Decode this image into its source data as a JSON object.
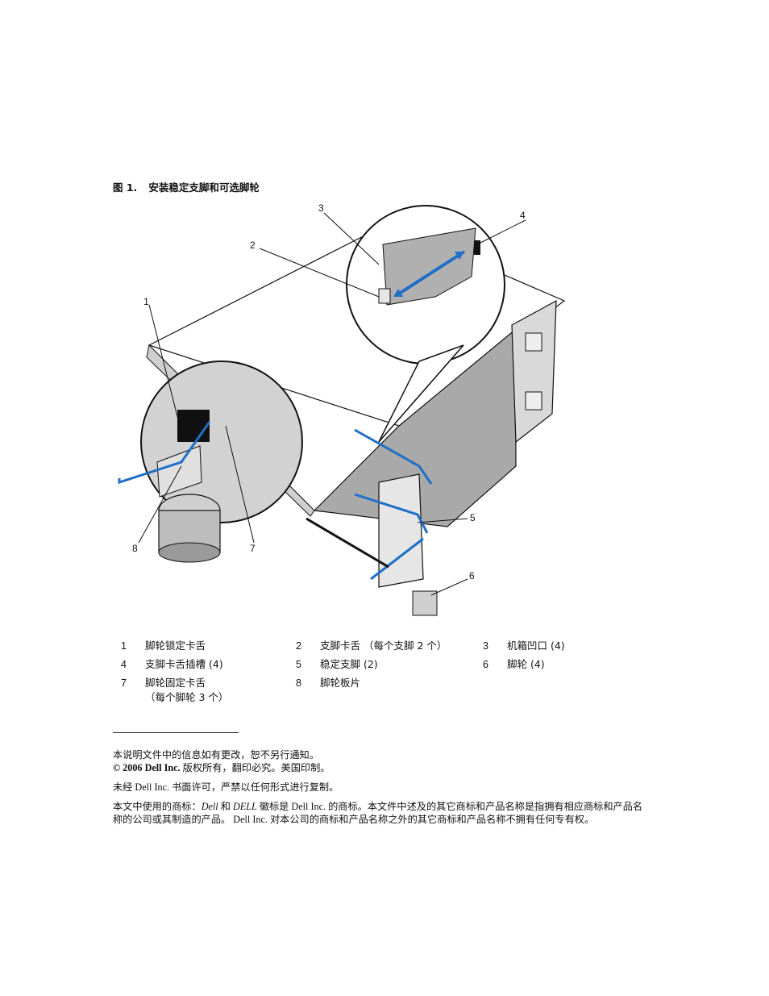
{
  "figure": {
    "number": "图 1.",
    "title": "安装稳定支脚和可选脚轮",
    "callouts": [
      "1",
      "2",
      "3",
      "4",
      "5",
      "6",
      "7",
      "8"
    ]
  },
  "legend": [
    {
      "num": "1",
      "label": "脚轮锁定卡舌"
    },
    {
      "num": "2",
      "label": "支脚卡舌 （每个支脚 2 个）"
    },
    {
      "num": "3",
      "label": "机箱凹口 (4)"
    },
    {
      "num": "4",
      "label": "支脚卡舌插槽 (4)"
    },
    {
      "num": "5",
      "label": "稳定支脚 (2)"
    },
    {
      "num": "6",
      "label": "脚轮 (4)"
    },
    {
      "num": "7",
      "label": "脚轮固定卡舌\n（每个脚轮 3 个）"
    },
    {
      "num": "8",
      "label": "脚轮板片"
    }
  ],
  "footer": {
    "line1": "本说明文件中的信息如有更改，恕不另行通知。",
    "line2_copy": "© 2006 Dell Inc.",
    "line2_rest": " 版权所有，翻印必究。美国印制。",
    "line3": "未经 Dell Inc. 书面许可，严禁以任何形式进行复制。",
    "line4_a": "本文中使用的商标：",
    "line4_dell": "Dell",
    "line4_b": " 和 ",
    "line4_dell_caps": "DELL",
    "line4_c": " 徽标是 Dell Inc. 的商标。本文件中述及的其它商标和产品名称是指拥有相应商标和产品名",
    "line5": "称的公司或其制造的产品。 Dell Inc. 对本公司的商标和产品名称之外的其它商标和产品名称不拥有任何专有权。"
  },
  "colors": {
    "arrow": "#1f6fc6",
    "chassis": "#a9a9a9",
    "outline": "#111111"
  }
}
